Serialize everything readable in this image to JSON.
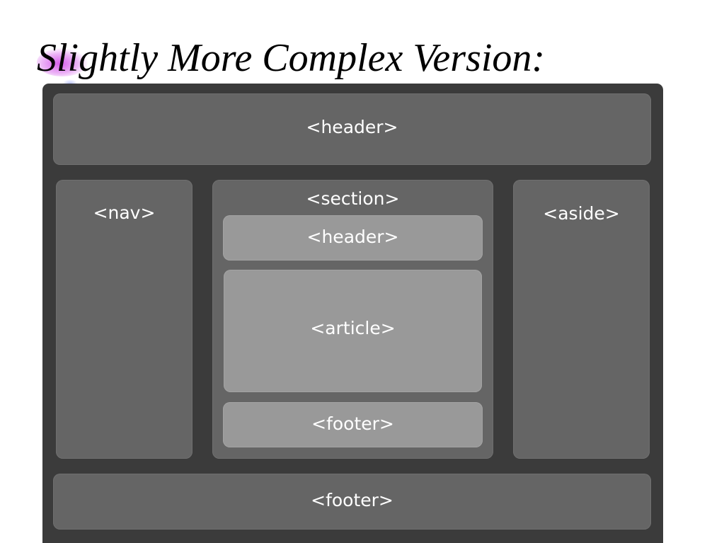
{
  "slide": {
    "title": "Slightly More Complex Version:"
  },
  "layout": {
    "page_header": "<header>",
    "nav": "<nav>",
    "section": "<section>",
    "section_header": "<header>",
    "article": "<article>",
    "section_footer": "<footer>",
    "aside": "<aside>",
    "page_footer": "<footer>"
  },
  "colors": {
    "frame": "#3b3b3b",
    "block": "#656565",
    "inner_block": "#999999",
    "label_text": "#ffffff",
    "highlight": "#c828e6"
  }
}
